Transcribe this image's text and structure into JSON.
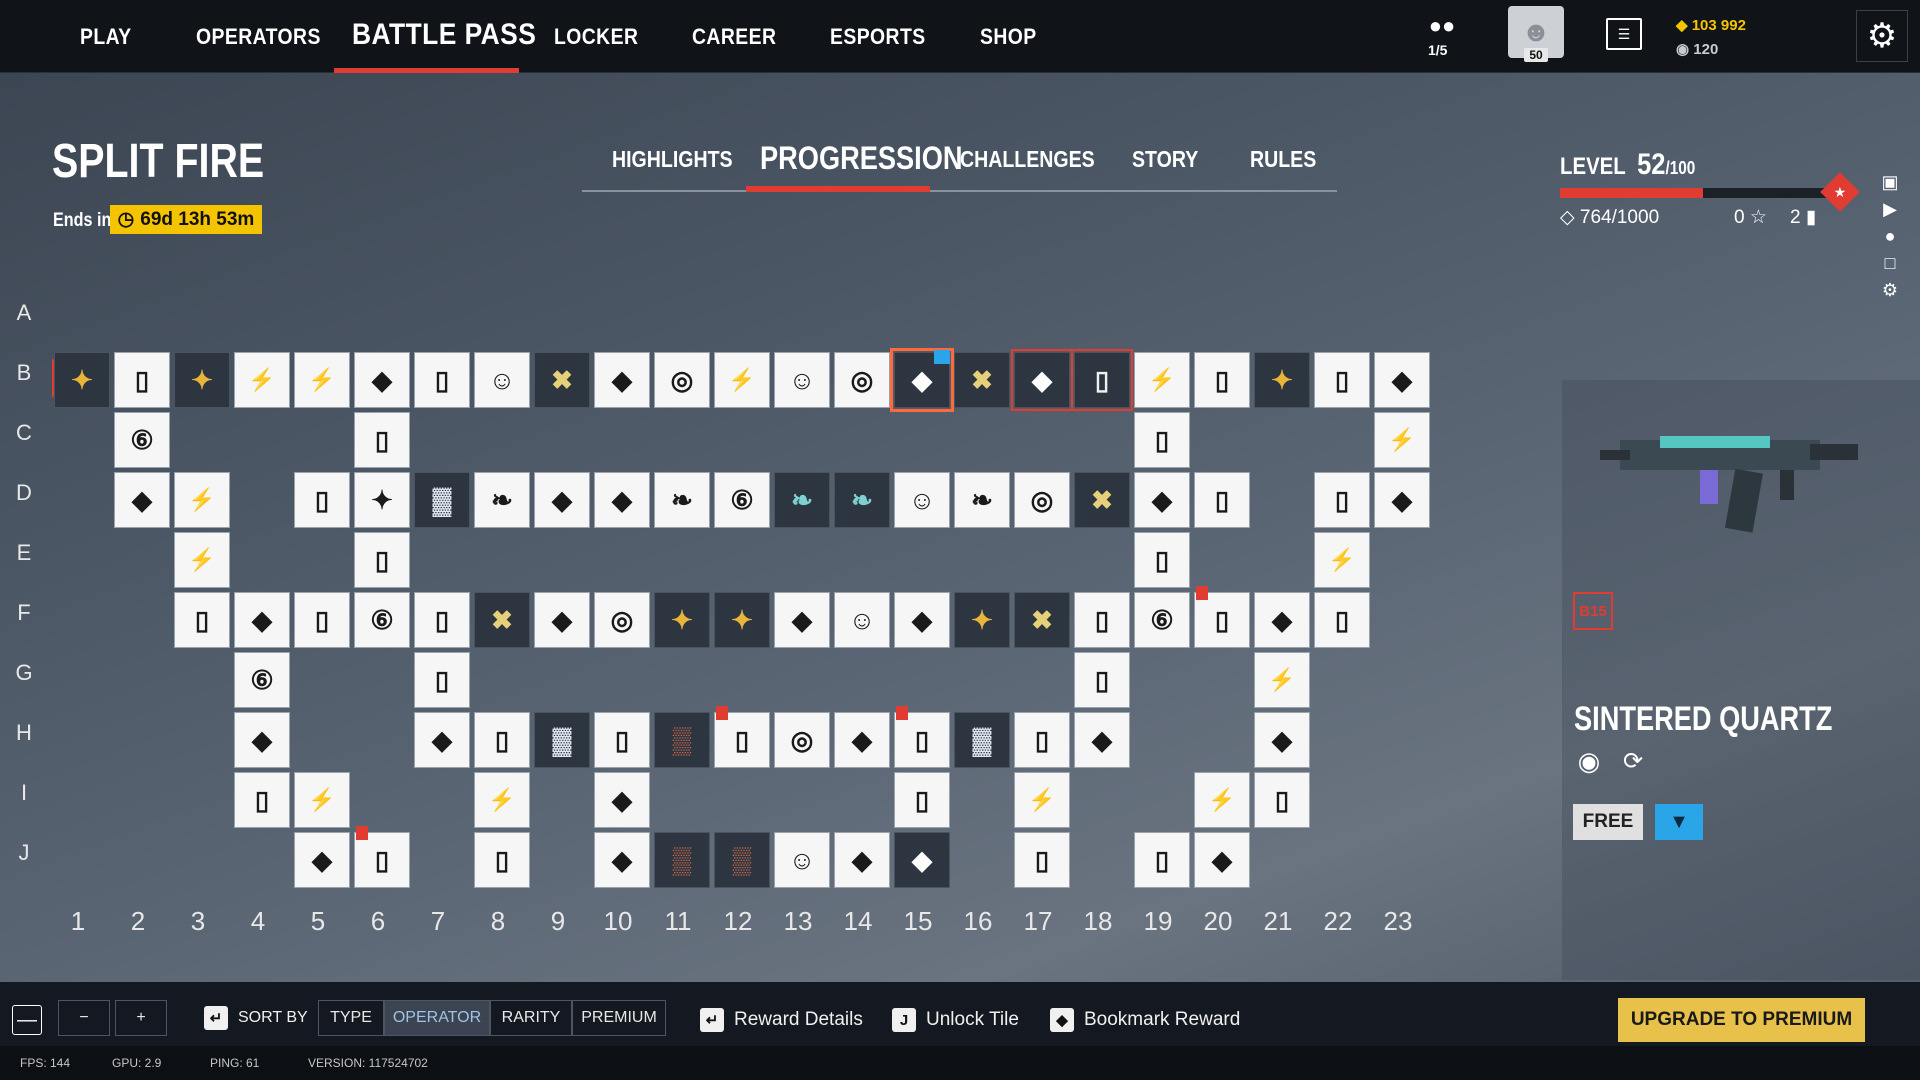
{
  "nav": {
    "items": [
      "PLAY",
      "OPERATORS",
      "BATTLE PASS",
      "LOCKER",
      "CAREER",
      "ESPORTS",
      "SHOP"
    ],
    "active_index": 2,
    "party": "1/5",
    "player_level": "50",
    "renown": "103 992",
    "credits": "120"
  },
  "season": {
    "title": "SPLIT FIRE",
    "ends_label": "Ends in",
    "ends_time": "69d 13h 53m"
  },
  "subtabs": {
    "items": [
      "HIGHLIGHTS",
      "PROGRESSION",
      "CHALLENGES",
      "STORY",
      "RULES"
    ],
    "active_index": 1
  },
  "rows": [
    "A",
    "B",
    "C",
    "D",
    "E",
    "F",
    "G",
    "H",
    "I",
    "J"
  ],
  "cols": [
    "1",
    "2",
    "3",
    "4",
    "5",
    "6",
    "7",
    "8",
    "9",
    "10",
    "11",
    "12",
    "13",
    "14",
    "15",
    "16",
    "17",
    "18",
    "19",
    "20",
    "21",
    "22",
    "23"
  ],
  "level": {
    "label": "LEVEL",
    "value": "52",
    "max": "/100",
    "progress_fraction": 0.52,
    "points": "764/1000",
    "stars": "0",
    "tickets": "2"
  },
  "selected_item": {
    "code": "B15",
    "name": "SINTERED QUARTZ",
    "tier_label": "FREE"
  },
  "bottom": {
    "sort_label": "SORT BY",
    "sort_options": [
      "TYPE",
      "OPERATOR",
      "RARITY",
      "PREMIUM"
    ],
    "sort_active": 1,
    "minus": "−",
    "plus": "+",
    "reward_details": "Reward Details",
    "unlock_tile": "Unlock Tile",
    "bookmark": "Bookmark Reward",
    "upgrade": "UPGRADE TO PREMIUM"
  },
  "footer": {
    "fps": "FPS: 144",
    "gpu": "GPU: 2.9",
    "ping": "PING: 61",
    "version": "VERSION: 117524702"
  },
  "tiles": [
    {
      "r": "B",
      "c": 1,
      "icon": "operator-badge",
      "owned": true
    },
    {
      "r": "B",
      "c": 2,
      "icon": "pack"
    },
    {
      "r": "B",
      "c": 3,
      "icon": "operator-badge",
      "owned": true
    },
    {
      "r": "B",
      "c": 4,
      "icon": "bolt"
    },
    {
      "r": "B",
      "c": 5,
      "icon": "bolt"
    },
    {
      "r": "B",
      "c": 6,
      "icon": "skin"
    },
    {
      "r": "B",
      "c": 7,
      "icon": "pack"
    },
    {
      "r": "B",
      "c": 8,
      "icon": "portrait"
    },
    {
      "r": "B",
      "c": 9,
      "icon": "cross",
      "owned": true
    },
    {
      "r": "B",
      "c": 10,
      "icon": "skin"
    },
    {
      "r": "B",
      "c": 11,
      "icon": "charm"
    },
    {
      "r": "B",
      "c": 12,
      "icon": "bolt"
    },
    {
      "r": "B",
      "c": 13,
      "icon": "portrait"
    },
    {
      "r": "B",
      "c": 14,
      "icon": "charm"
    },
    {
      "r": "B",
      "c": 15,
      "icon": "skin",
      "owned": true,
      "selected": true
    },
    {
      "r": "B",
      "c": 16,
      "icon": "cross",
      "owned": true
    },
    {
      "r": "B",
      "c": 17,
      "icon": "skin",
      "owned": true,
      "red": true
    },
    {
      "r": "B",
      "c": 18,
      "icon": "pack",
      "owned": true,
      "red": true
    },
    {
      "r": "B",
      "c": 19,
      "icon": "bolt"
    },
    {
      "r": "B",
      "c": 20,
      "icon": "pack"
    },
    {
      "r": "B",
      "c": 21,
      "icon": "operator-badge",
      "owned": true
    },
    {
      "r": "B",
      "c": 22,
      "icon": "pack"
    },
    {
      "r": "B",
      "c": 23,
      "icon": "skin"
    },
    {
      "r": "C",
      "c": 2,
      "icon": "credit"
    },
    {
      "r": "C",
      "c": 6,
      "icon": "pack"
    },
    {
      "r": "C",
      "c": 19,
      "icon": "pack"
    },
    {
      "r": "C",
      "c": 23,
      "icon": "bolt"
    },
    {
      "r": "D",
      "c": 2,
      "icon": "skin"
    },
    {
      "r": "D",
      "c": 3,
      "icon": "bolt"
    },
    {
      "r": "D",
      "c": 5,
      "icon": "pack"
    },
    {
      "r": "D",
      "c": 6,
      "icon": "operator-badge"
    },
    {
      "r": "D",
      "c": 7,
      "icon": "banner",
      "owned": true
    },
    {
      "r": "D",
      "c": 8,
      "icon": "wings"
    },
    {
      "r": "D",
      "c": 9,
      "icon": "skin"
    },
    {
      "r": "D",
      "c": 10,
      "icon": "skin"
    },
    {
      "r": "D",
      "c": 11,
      "icon": "wings"
    },
    {
      "r": "D",
      "c": 12,
      "icon": "credit"
    },
    {
      "r": "D",
      "c": 13,
      "icon": "wings",
      "owned": true
    },
    {
      "r": "D",
      "c": 14,
      "icon": "wings",
      "owned": true
    },
    {
      "r": "D",
      "c": 15,
      "icon": "portrait"
    },
    {
      "r": "D",
      "c": 16,
      "icon": "wings"
    },
    {
      "r": "D",
      "c": 17,
      "icon": "charm"
    },
    {
      "r": "D",
      "c": 18,
      "icon": "cross",
      "owned": true
    },
    {
      "r": "D",
      "c": 19,
      "icon": "skin"
    },
    {
      "r": "D",
      "c": 20,
      "icon": "pack"
    },
    {
      "r": "D",
      "c": 22,
      "icon": "pack"
    },
    {
      "r": "D",
      "c": 23,
      "icon": "skin"
    },
    {
      "r": "E",
      "c": 3,
      "icon": "bolt"
    },
    {
      "r": "E",
      "c": 6,
      "icon": "pack"
    },
    {
      "r": "E",
      "c": 19,
      "icon": "pack"
    },
    {
      "r": "E",
      "c": 22,
      "icon": "bolt"
    },
    {
      "r": "F",
      "c": 3,
      "icon": "pack"
    },
    {
      "r": "F",
      "c": 4,
      "icon": "skin"
    },
    {
      "r": "F",
      "c": 5,
      "icon": "pack"
    },
    {
      "r": "F",
      "c": 6,
      "icon": "credit"
    },
    {
      "r": "F",
      "c": 7,
      "icon": "pack"
    },
    {
      "r": "F",
      "c": 8,
      "icon": "cross",
      "owned": true
    },
    {
      "r": "F",
      "c": 9,
      "icon": "skin"
    },
    {
      "r": "F",
      "c": 10,
      "icon": "charm"
    },
    {
      "r": "F",
      "c": 11,
      "icon": "operator-badge",
      "owned": true
    },
    {
      "r": "F",
      "c": 12,
      "icon": "operator-badge",
      "owned": true
    },
    {
      "r": "F",
      "c": 13,
      "icon": "skin"
    },
    {
      "r": "F",
      "c": 14,
      "icon": "portrait"
    },
    {
      "r": "F",
      "c": 15,
      "icon": "skin"
    },
    {
      "r": "F",
      "c": 16,
      "icon": "operator-badge",
      "owned": true
    },
    {
      "r": "F",
      "c": 17,
      "icon": "cross",
      "owned": true
    },
    {
      "r": "F",
      "c": 18,
      "icon": "pack"
    },
    {
      "r": "F",
      "c": 19,
      "icon": "credit"
    },
    {
      "r": "F",
      "c": 20,
      "icon": "pack",
      "flag": true
    },
    {
      "r": "F",
      "c": 21,
      "icon": "skin"
    },
    {
      "r": "F",
      "c": 22,
      "icon": "pack"
    },
    {
      "r": "G",
      "c": 4,
      "icon": "credit"
    },
    {
      "r": "G",
      "c": 7,
      "icon": "pack"
    },
    {
      "r": "G",
      "c": 18,
      "icon": "pack"
    },
    {
      "r": "G",
      "c": 21,
      "icon": "bolt"
    },
    {
      "r": "H",
      "c": 4,
      "icon": "skin"
    },
    {
      "r": "H",
      "c": 7,
      "icon": "skin"
    },
    {
      "r": "H",
      "c": 8,
      "icon": "pack"
    },
    {
      "r": "H",
      "c": 9,
      "icon": "banner",
      "owned": true
    },
    {
      "r": "H",
      "c": 10,
      "icon": "pack"
    },
    {
      "r": "H",
      "c": 11,
      "icon": "pattern",
      "owned": true
    },
    {
      "r": "H",
      "c": 12,
      "icon": "pack",
      "flag": true
    },
    {
      "r": "H",
      "c": 13,
      "icon": "charm"
    },
    {
      "r": "H",
      "c": 14,
      "icon": "skin"
    },
    {
      "r": "H",
      "c": 15,
      "icon": "pack",
      "flag": true
    },
    {
      "r": "H",
      "c": 16,
      "icon": "banner",
      "owned": true
    },
    {
      "r": "H",
      "c": 17,
      "icon": "pack"
    },
    {
      "r": "H",
      "c": 18,
      "icon": "skin"
    },
    {
      "r": "H",
      "c": 21,
      "icon": "skin"
    },
    {
      "r": "I",
      "c": 4,
      "icon": "pack"
    },
    {
      "r": "I",
      "c": 5,
      "icon": "bolt"
    },
    {
      "r": "I",
      "c": 8,
      "icon": "bolt"
    },
    {
      "r": "I",
      "c": 10,
      "icon": "skin"
    },
    {
      "r": "I",
      "c": 15,
      "icon": "pack"
    },
    {
      "r": "I",
      "c": 17,
      "icon": "bolt"
    },
    {
      "r": "I",
      "c": 20,
      "icon": "bolt"
    },
    {
      "r": "I",
      "c": 21,
      "icon": "pack"
    },
    {
      "r": "J",
      "c": 5,
      "icon": "skin"
    },
    {
      "r": "J",
      "c": 6,
      "icon": "pack",
      "flag": true
    },
    {
      "r": "J",
      "c": 8,
      "icon": "pack"
    },
    {
      "r": "J",
      "c": 10,
      "icon": "skin"
    },
    {
      "r": "J",
      "c": 11,
      "icon": "pattern",
      "owned": true
    },
    {
      "r": "J",
      "c": 12,
      "icon": "pattern",
      "owned": true
    },
    {
      "r": "J",
      "c": 13,
      "icon": "portrait"
    },
    {
      "r": "J",
      "c": 14,
      "icon": "skin"
    },
    {
      "r": "J",
      "c": 15,
      "icon": "skin",
      "owned": true
    },
    {
      "r": "J",
      "c": 17,
      "icon": "pack"
    },
    {
      "r": "J",
      "c": 19,
      "icon": "pack"
    },
    {
      "r": "J",
      "c": 20,
      "icon": "skin"
    }
  ]
}
